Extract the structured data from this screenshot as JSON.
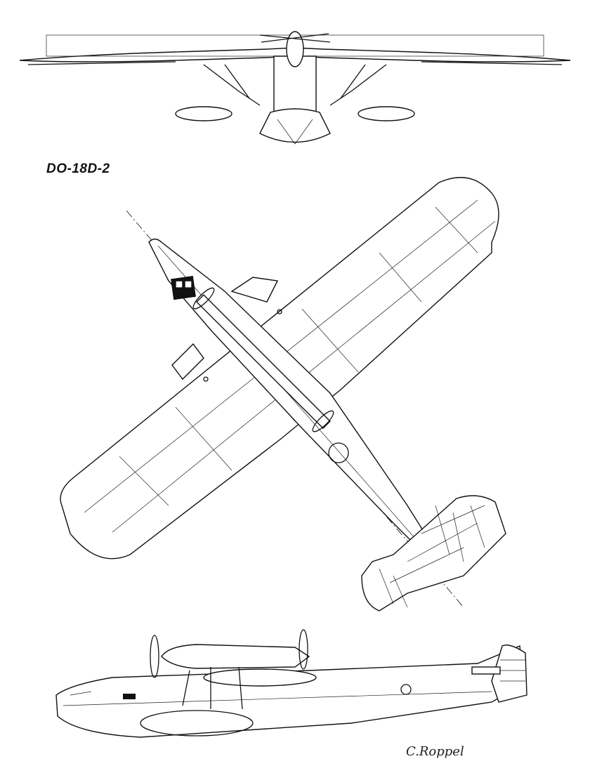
{
  "drawing": {
    "title": "DO-18D-2",
    "signature": "C.Roppel",
    "views": [
      {
        "name": "front-view"
      },
      {
        "name": "top-view"
      },
      {
        "name": "side-view"
      }
    ]
  }
}
